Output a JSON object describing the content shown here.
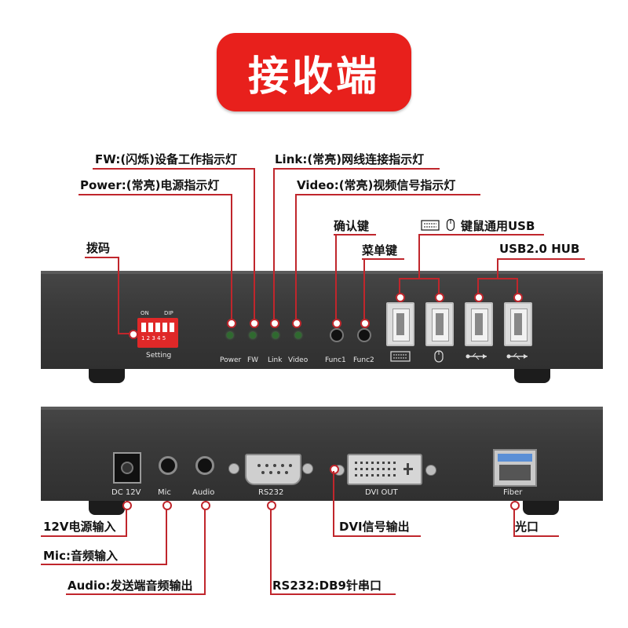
{
  "title": "接收端",
  "top_callouts": {
    "fw": "FW:(闪烁)设备工作指示灯",
    "power": "Power:(常亮)电源指示灯",
    "link": "Link:(常亮)网线连接指示灯",
    "video": "Video:(常亮)视频信号指示灯",
    "confirm": "确认键",
    "menu": "菜单键",
    "kbmouse": "键鼠通用USB",
    "usbhub": "USB2.0 HUB",
    "dip": "拨码"
  },
  "front_panel": {
    "dip_on": "ON",
    "dip_dip": "DIP",
    "dip_nums": "1 2 3 4 5",
    "setting": "Setting",
    "power": "Power",
    "fw": "FW",
    "link": "Link",
    "video": "Video",
    "func1": "Func1",
    "func2": "Func2"
  },
  "rear_panel": {
    "dc": "DC 12V",
    "mic": "Mic",
    "audio": "Audio",
    "rs232": "RS232",
    "dvi": "DVI OUT",
    "fiber": "Fiber"
  },
  "bottom_callouts": {
    "dc": "12V电源输入",
    "mic": "Mic:音频输入",
    "audio": "Audio:发送端音频输出",
    "rs232": "RS232:DB9针串口",
    "dvi": "DVI信号输出",
    "fiber": "光口"
  },
  "colors": {
    "badge": "#e8201c",
    "leader": "#c0262c",
    "chassis": "#3a3a3a"
  },
  "icons": [
    "keyboard-icon",
    "mouse-icon",
    "usb-icon"
  ]
}
